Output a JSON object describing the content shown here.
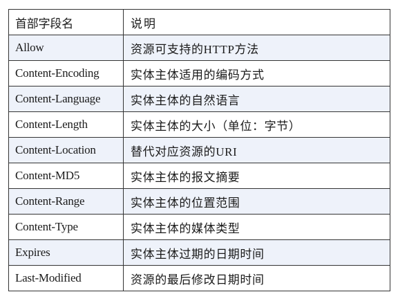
{
  "table": {
    "headers": [
      "首部字段名",
      "说明"
    ],
    "rows": [
      [
        "Allow",
        "资源可支持的HTTP方法"
      ],
      [
        "Content-Encoding",
        "实体主体适用的编码方式"
      ],
      [
        "Content-Language",
        "实体主体的自然语言"
      ],
      [
        "Content-Length",
        "实体主体的大小（单位：字节）"
      ],
      [
        "Content-Location",
        "替代对应资源的URI"
      ],
      [
        "Content-MD5",
        "实体主体的报文摘要"
      ],
      [
        "Content-Range",
        "实体主体的位置范围"
      ],
      [
        "Content-Type",
        "实体主体的媒体类型"
      ],
      [
        "Expires",
        "实体主体过期的日期时间"
      ],
      [
        "Last-Modified",
        "资源的最后修改日期时间"
      ]
    ]
  }
}
